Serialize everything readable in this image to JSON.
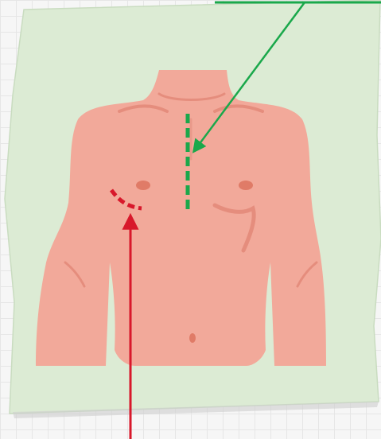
{
  "diagram": {
    "figure": "front-view-torso",
    "colors": {
      "paper": "#dcebd4",
      "paper_edge": "#c9dcc0",
      "skin": "#f2a99a",
      "skin_shade": "#e58d7d",
      "nipple": "#e07b67",
      "background_grid": "#e6e6e6",
      "green_marker": "#1aa84b",
      "red_marker": "#d8182b"
    },
    "markers": [
      {
        "id": "median-sternotomy",
        "kind": "incision-line",
        "style": "dashed",
        "color": "#1aa84b",
        "pointer_arrow": true
      },
      {
        "id": "inframammary-incision",
        "kind": "incision-line",
        "style": "dashed",
        "color": "#d8182b",
        "pointer_arrow": true
      }
    ]
  }
}
